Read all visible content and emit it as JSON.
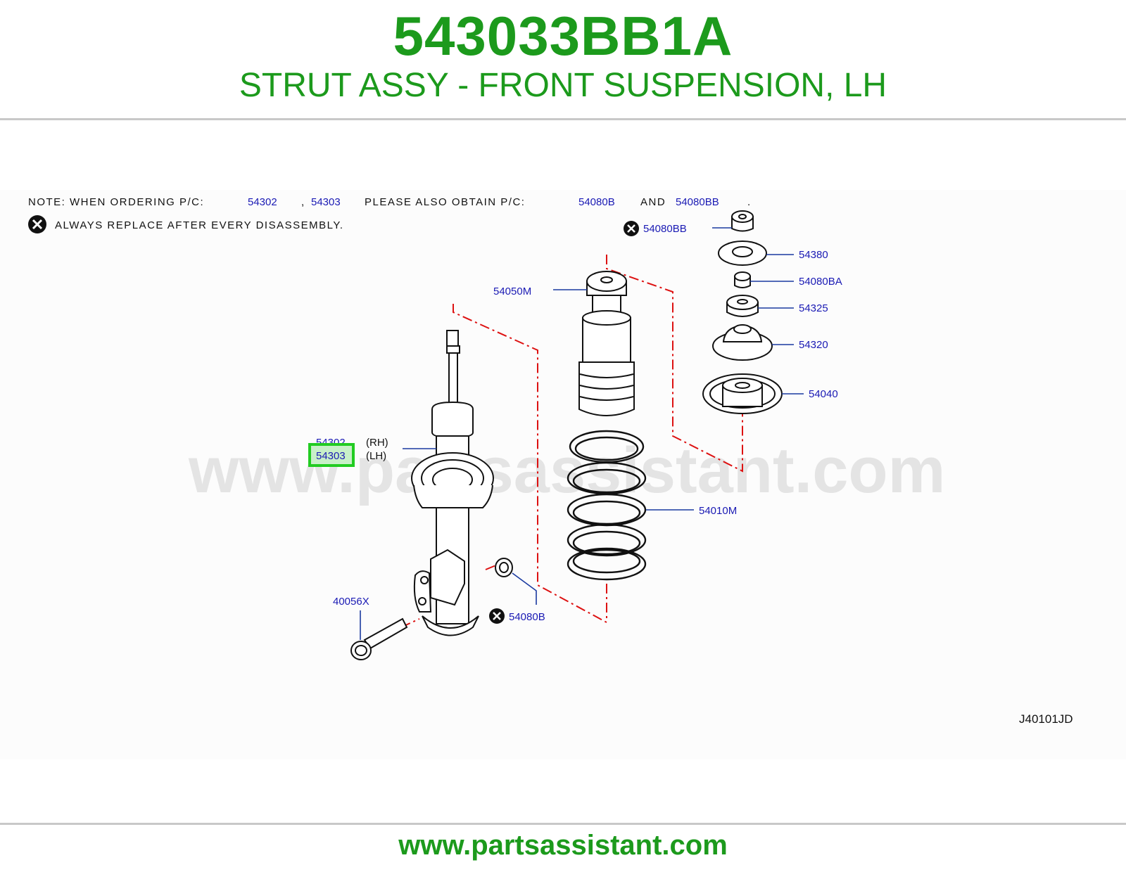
{
  "header": {
    "part_number": "543033BB1A",
    "title": "STRUT ASSY - FRONT SUSPENSION, LH"
  },
  "note": {
    "line1_prefix": "NOTE:  WHEN  ORDERING  P/C:",
    "ref1": "54302",
    "separator": ",",
    "ref2": "54303",
    "mid_text": "PLEASE  ALSO  OBTAIN  P/C:",
    "ref3": "54080B",
    "and_text": "AND",
    "ref4": "54080BB",
    "period": ".",
    "line2": "ALWAYS  REPLACE  AFTER  EVERY  DISASSEMBLY."
  },
  "callouts": {
    "c54080BB": "54080BB",
    "c54380": "54380",
    "c54080BA": "54080BA",
    "c54325": "54325",
    "c54320": "54320",
    "c54040": "54040",
    "c54050M": "54050M",
    "c54010M": "54010M",
    "c54302": "54302",
    "c54303": "54303",
    "rh": "(RH)",
    "lh": "(LH)",
    "c40056X": "40056X",
    "c54080B": "54080B"
  },
  "highlight_color": "#22cc22",
  "diagram_code": "J40101JD",
  "watermark": "www.partsassistant.com",
  "footer": {
    "url": "www.partsassistant.com"
  }
}
